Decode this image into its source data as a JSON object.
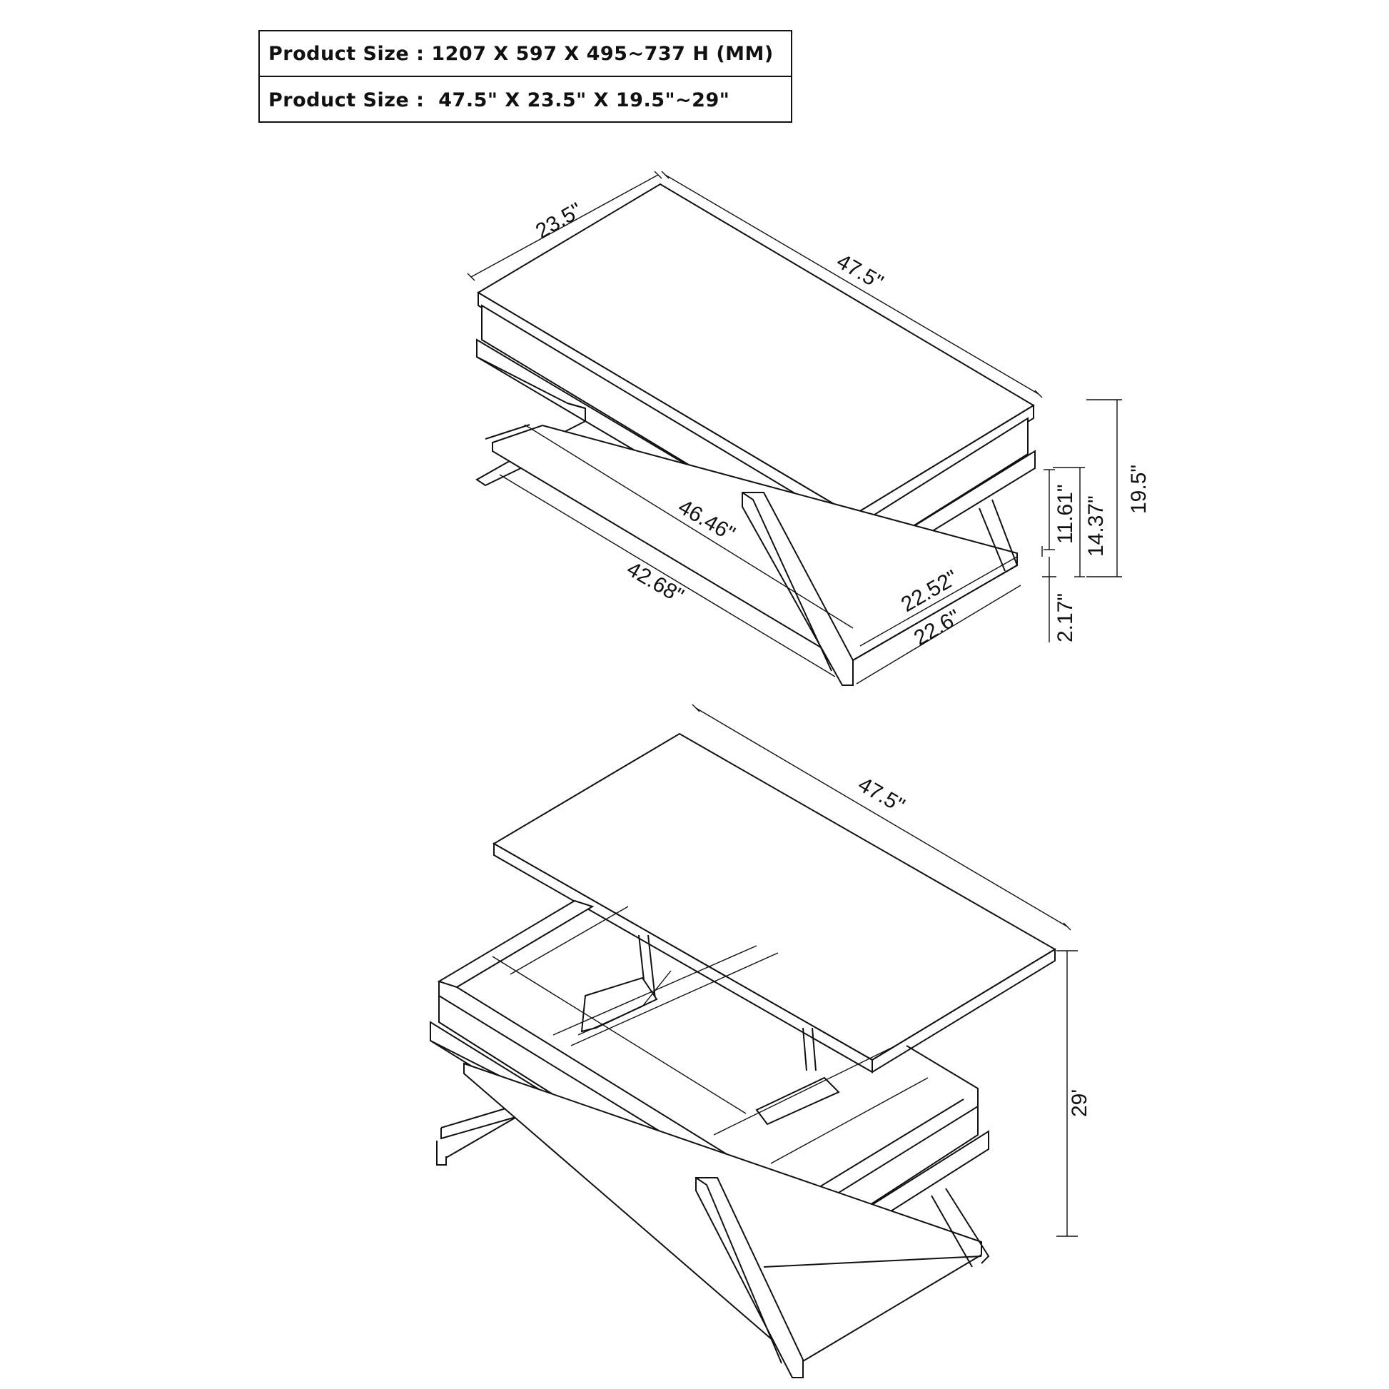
{
  "specs": {
    "rows": [
      {
        "label": "Product Size :",
        "value": "1207 X 597 X 495~737 H (MM)"
      },
      {
        "label": "Product Size :",
        "value": "47.5\" X 23.5\" X 19.5\"~29\""
      }
    ]
  },
  "closed_view": {
    "top_depth": "23.5\"",
    "top_length": "47.5\"",
    "shelf_length_inner": "46.46\"",
    "shelf_length": "42.68\"",
    "shelf_depth_inner": "22.52\"",
    "shelf_depth": "22.6\"",
    "height_lower": "11.61\"",
    "height_mid": "14.37\"",
    "height_total": "19.5\"",
    "shelf_thickness": "2.17\""
  },
  "open_view": {
    "top_length": "47.5\"",
    "height_raised": "29'"
  }
}
